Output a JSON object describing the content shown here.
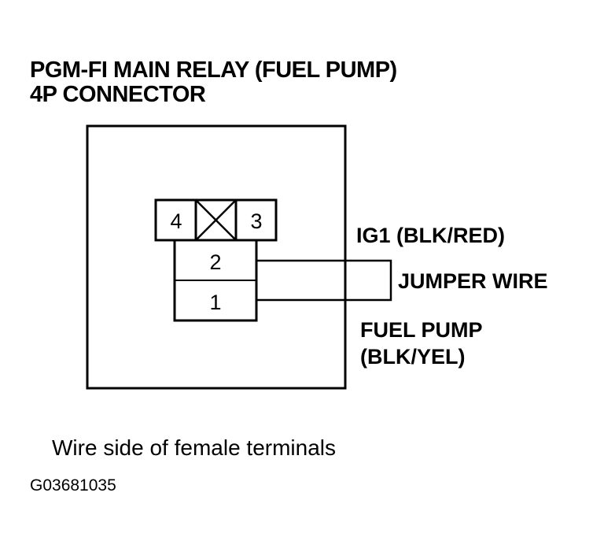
{
  "title": {
    "line1": "PGM-FI MAIN RELAY (FUEL PUMP)",
    "line2": "4P CONNECTOR"
  },
  "connector": {
    "terminals": {
      "t4": "4",
      "t3": "3",
      "t2": "2",
      "t1": "1"
    }
  },
  "callouts": {
    "ig1": "IG1 (BLK/RED)",
    "jumper": "JUMPER WIRE",
    "fuel_pump_line1": "FUEL PUMP",
    "fuel_pump_line2": "(BLK/YEL)"
  },
  "caption": "Wire side of female terminals",
  "figure_id": "G03681035"
}
